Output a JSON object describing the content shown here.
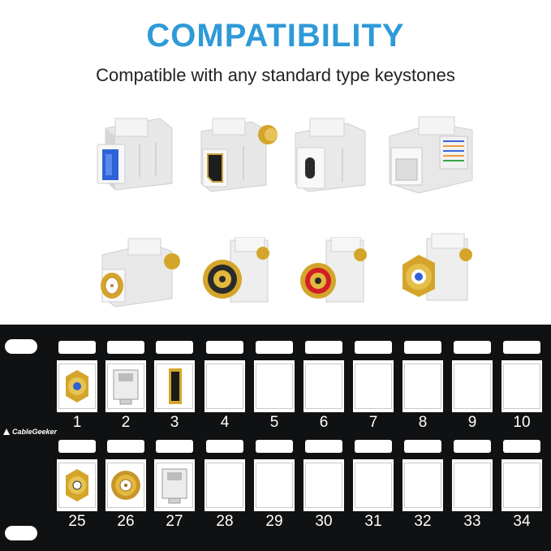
{
  "header": {
    "title": "COMPATIBILITY",
    "subtitle": "Compatible with any standard type keystones"
  },
  "colors": {
    "title": "#2f9ad8",
    "panel": "#101112",
    "gold": "#d4a52a",
    "keystone_white": "#f2f2f2"
  },
  "keystones_top": [
    {
      "name": "usb-keystone-icon"
    },
    {
      "name": "hdmi-keystone-icon"
    },
    {
      "name": "usb-c-keystone-icon"
    },
    {
      "name": "rj45-keystone-icon"
    }
  ],
  "keystones_bottom": [
    {
      "name": "bnc-keystone-icon"
    },
    {
      "name": "rca-black-keystone-icon"
    },
    {
      "name": "rca-red-keystone-icon"
    },
    {
      "name": "f-type-keystone-icon"
    }
  ],
  "patch_panel": {
    "brand": "CableGeeker",
    "row1_ports": [
      "1",
      "2",
      "3",
      "4",
      "5",
      "6",
      "7",
      "8",
      "9",
      "10"
    ],
    "row2_ports": [
      "25",
      "26",
      "27",
      "28",
      "29",
      "30",
      "31",
      "32",
      "33",
      "34"
    ]
  }
}
